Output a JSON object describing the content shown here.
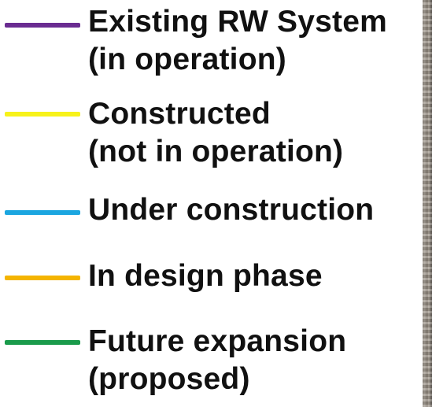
{
  "legend": {
    "items": [
      {
        "color": "#6a2c91",
        "line1": "Existing RW System",
        "line2": "(in operation)"
      },
      {
        "color": "#f7f21a",
        "line1": "Constructed",
        "line2": "(not in operation)"
      },
      {
        "color": "#1ba6e0",
        "line1": "Under construction",
        "line2": ""
      },
      {
        "color": "#f4b400",
        "line1": "In design phase",
        "line2": ""
      },
      {
        "color": "#1a9b4b",
        "line1": "Future expansion",
        "line2": "(proposed)"
      }
    ]
  }
}
